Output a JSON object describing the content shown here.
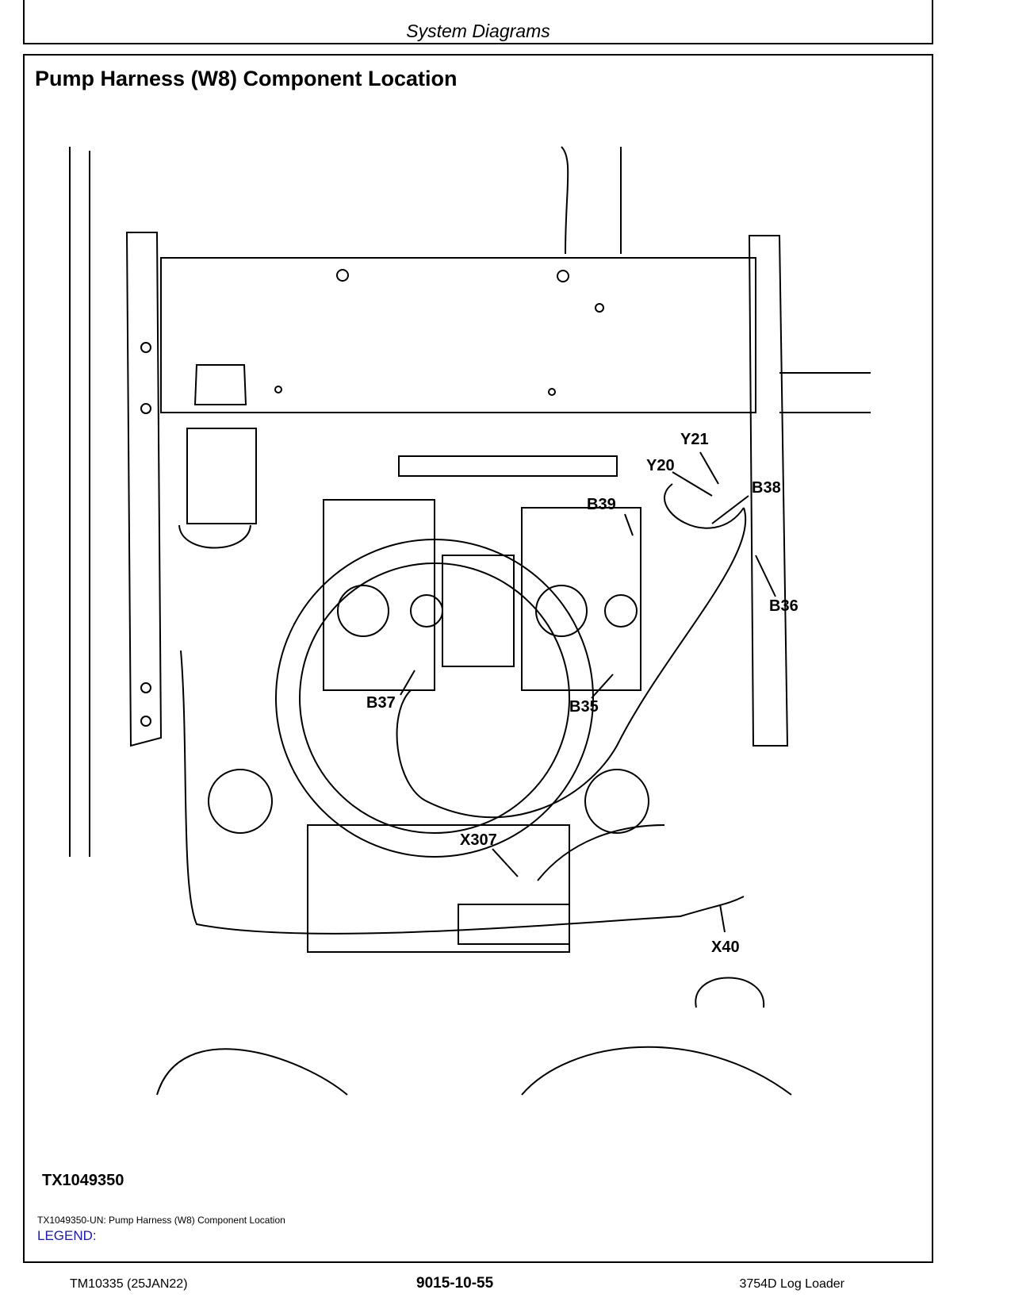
{
  "header": {
    "section_title": "System Diagrams"
  },
  "page": {
    "title": "Pump Harness (W8) Component Location"
  },
  "figure": {
    "callouts": {
      "y21": "Y21",
      "y20": "Y20",
      "b38": "B38",
      "b39": "B39",
      "b36": "B36",
      "b37": "B37",
      "b35": "B35",
      "x307": "X307",
      "x40": "X40"
    },
    "figure_id": "TX1049350",
    "caption": "TX1049350-UN: Pump Harness (W8) Component Location",
    "legend_label": "LEGEND:"
  },
  "footer": {
    "manual_id": "TM10335 (25JAN22)",
    "page_number": "9015-10-55",
    "machine": "3754D Log Loader"
  },
  "colors": {
    "legend": "#1a1ab0",
    "line": "#000000"
  }
}
